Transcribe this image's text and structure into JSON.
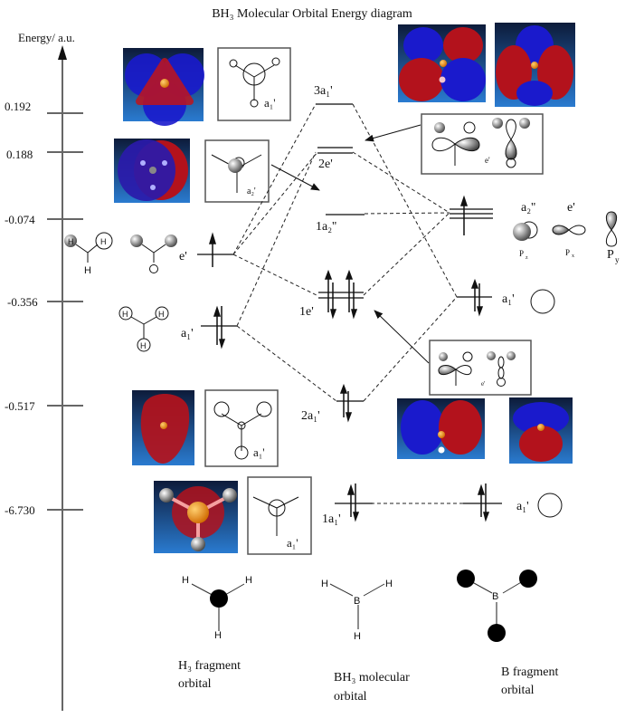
{
  "title": "BH₃ Molecular Orbital Energy diagram",
  "axis": {
    "label": "Energy/ a.u.",
    "ticks": [
      "0.192",
      "0.188",
      "-0.074",
      "-0.356",
      "-0.517",
      "-6.730"
    ]
  },
  "bh3_levels": {
    "3a1": "3a₁'",
    "2e": "2e'",
    "1a2pp": "1a₂''",
    "1e": "1e'",
    "2a1": "2a₁'",
    "1a1": "1a₁'"
  },
  "h3_levels": {
    "e": "e'",
    "a1": "a₁'"
  },
  "b_levels": {
    "a1_valence": "a₁'",
    "a1_core": "a₁'",
    "a2pp_label": "a₂''",
    "e_label": "e'",
    "pz": "P",
    "pz_sub": "z",
    "px": "P",
    "px_sub": "x",
    "py": "P",
    "py_sub": "y"
  },
  "boxes": {
    "box_3a1": "a₁'",
    "box_a2": "a₂'",
    "box_2a1": "a₁'",
    "box_1a1": "a₁'",
    "box_e_top": "e'",
    "box_e_bottom": "e'"
  },
  "atoms": {
    "H": "H",
    "B": "B"
  },
  "footer": {
    "h3_line1": "H₃ fragment",
    "h3_line2": "orbital",
    "bh3_line1": "BH₃ molecular",
    "bh3_line2": "orbital",
    "b_line1": "B fragment",
    "b_line2": "orbital"
  },
  "colors": {
    "lobe_blue": "#1a1acc",
    "lobe_red": "#b3121c",
    "bg_gradient_top": "#0d1b3a",
    "bg_gradient_bottom": "#2a7bd0",
    "boron": "#f08a00",
    "axis": "#666666"
  }
}
